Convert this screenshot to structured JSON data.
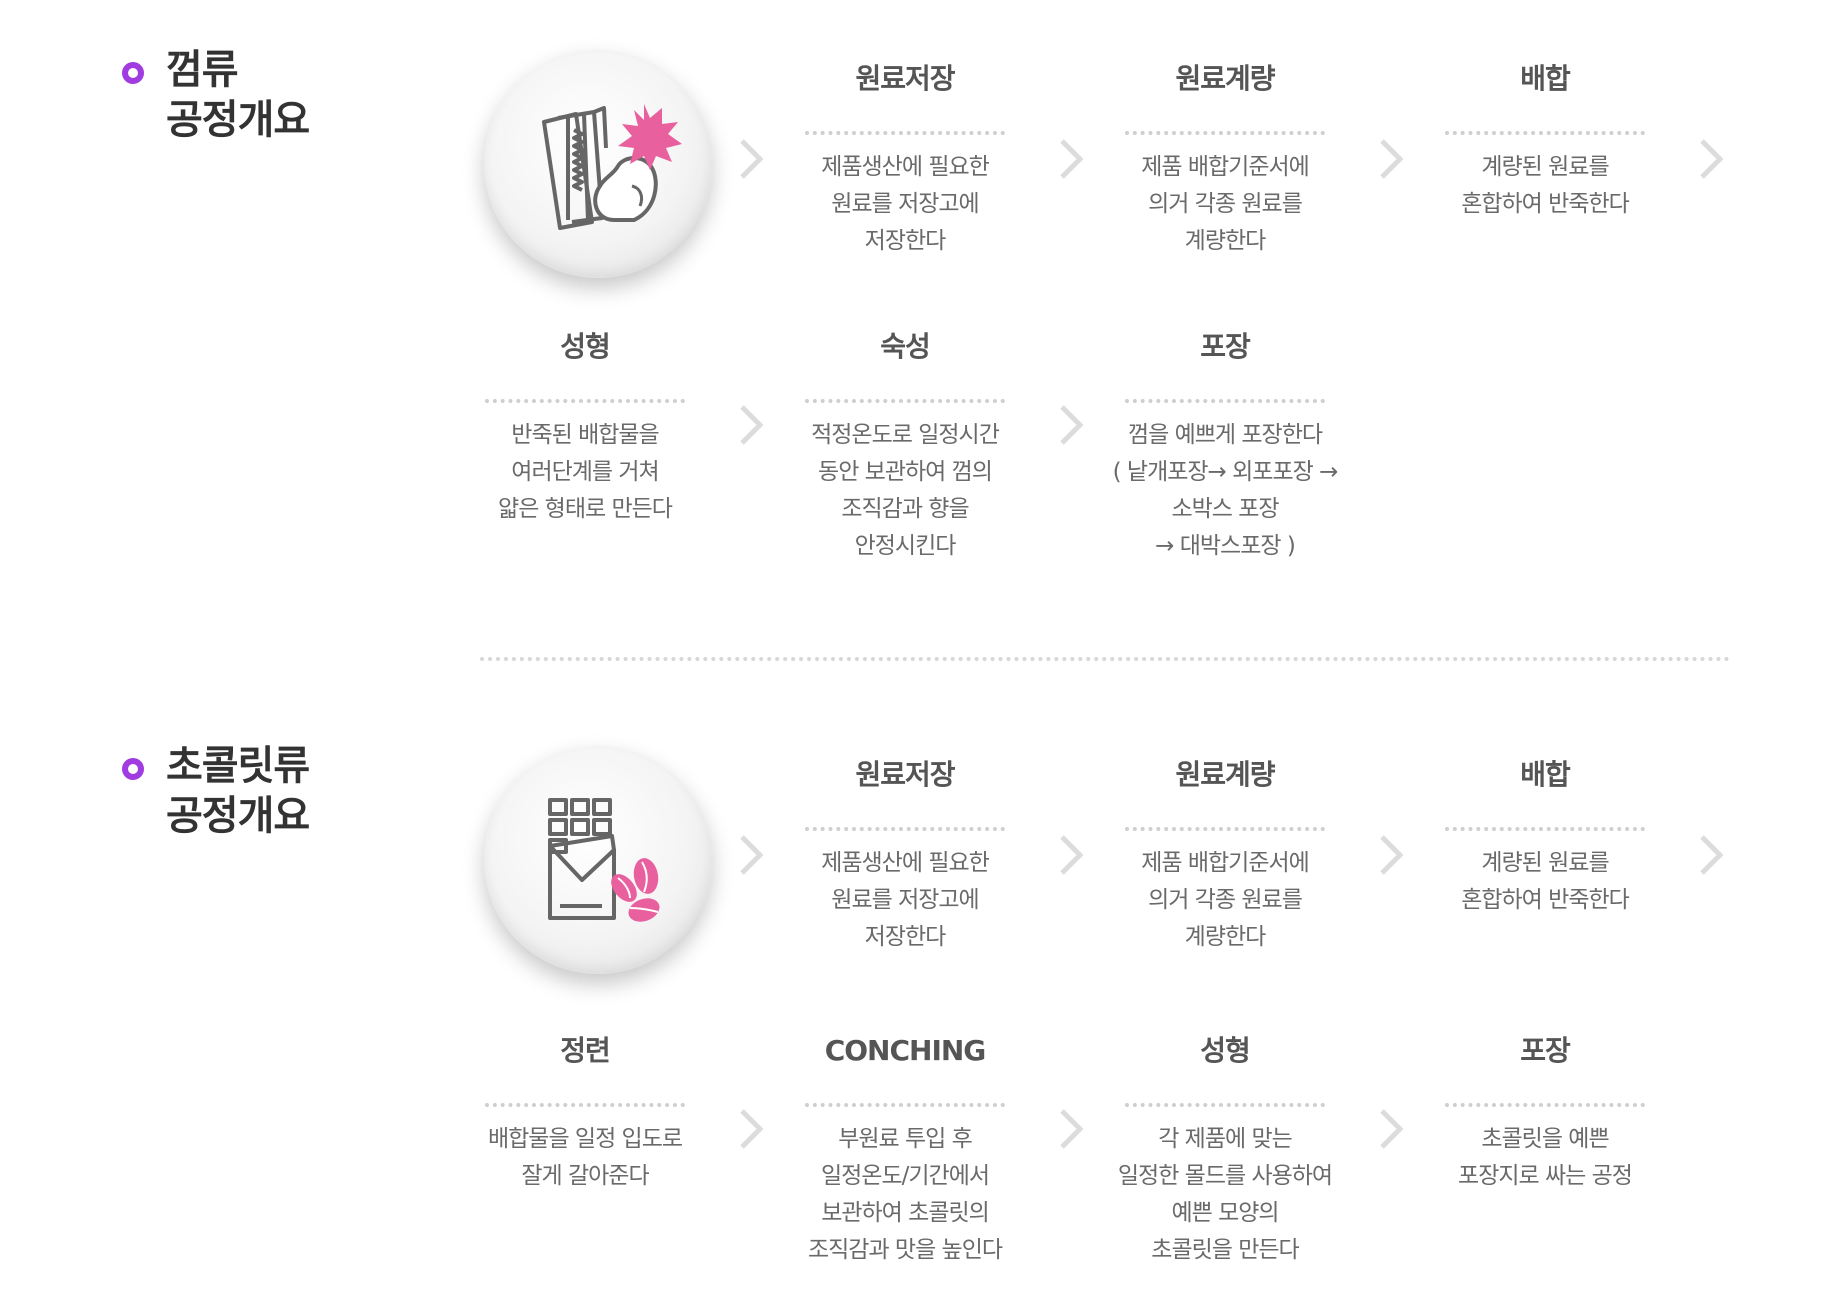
{
  "sections": [
    {
      "title": "껌류\n공정개요",
      "icon": "gum-icon",
      "steps": [
        {
          "title": "원료저장",
          "desc": "제품생산에 필요한\n원료를 저장고에\n저장한다"
        },
        {
          "title": "원료계량",
          "desc": "제품 배합기준서에\n의거 각종 원료를\n계량한다"
        },
        {
          "title": "배합",
          "desc": "계량된 원료를\n혼합하여 반죽한다"
        },
        {
          "title": "성형",
          "desc": "반죽된 배합물을\n여러단계를 거쳐\n얇은 형태로 만든다"
        },
        {
          "title": "숙성",
          "desc": "적정온도로 일정시간\n동안 보관하여 껌의\n조직감과 향을\n안정시킨다"
        },
        {
          "title": "포장",
          "desc": "껌을 예쁘게 포장한다\n( 낱개포장→ 외포포장 →\n소박스 포장\n→ 대박스포장 )"
        }
      ]
    },
    {
      "title": "초콜릿류\n공정개요",
      "icon": "chocolate-icon",
      "steps": [
        {
          "title": "원료저장",
          "desc": "제품생산에 필요한\n원료를 저장고에\n저장한다"
        },
        {
          "title": "원료계량",
          "desc": "제품 배합기준서에\n의거 각종 원료를\n계량한다"
        },
        {
          "title": "배합",
          "desc": "계량된 원료를\n혼합하여 반죽한다"
        },
        {
          "title": "정련",
          "desc": "배합물을 일정 입도로\n잘게 갈아준다"
        },
        {
          "title": "CONCHING",
          "desc": "부원료 투입 후\n일정온도/기간에서\n보관하여 초콜릿의\n조직감과 맛을 높인다"
        },
        {
          "title": "성형",
          "desc": "각 제품에 맞는\n일정한 몰드를 사용하여\n예쁜 모양의\n초콜릿을 만든다"
        },
        {
          "title": "포장",
          "desc": "초콜릿을 예쁜\n포장지로 싸는 공정"
        }
      ]
    }
  ],
  "colors": {
    "accent": "#a03ce0",
    "pink": "#e9609e",
    "text": "#555555"
  }
}
